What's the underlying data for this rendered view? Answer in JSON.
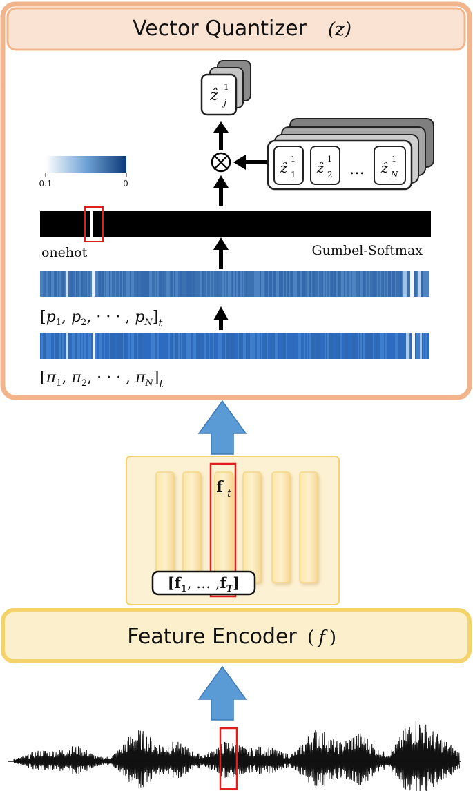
{
  "vq": {
    "title": "Vector Quantizer",
    "title_symbol": "(z)",
    "colorbar": {
      "min_label": "0.1",
      "max_label": "0"
    },
    "output_codeword": {
      "base": "ẑ",
      "sup": "1",
      "sub": "j"
    },
    "operator": "⊗",
    "codebook": [
      {
        "base": "ẑ",
        "sup": "1",
        "sub": "1"
      },
      {
        "base": "ẑ",
        "sup": "1",
        "sub": "2"
      },
      {
        "base": "ẑ",
        "sup": "1",
        "sub": "N"
      }
    ],
    "codebook_ellipsis": "…",
    "onehot_label": "onehot",
    "gumbel_label": "Gumbel-Softmax",
    "p_label": {
      "open": "[",
      "items": [
        "p",
        "p",
        "p"
      ],
      "subs": [
        "1",
        "2",
        "N"
      ],
      "dots": "· · ·",
      "close": "]",
      "outer_sub": "t"
    },
    "pi_label": {
      "open": "[",
      "items": [
        "π",
        "π",
        "π"
      ],
      "subs": [
        "1",
        "2",
        "N"
      ],
      "dots": "· · ·",
      "close": "]",
      "outer_sub": "t"
    }
  },
  "features": {
    "ft_base": "f",
    "ft_sub": "t",
    "seq_label": {
      "open": "[",
      "first_base": "f",
      "first_sub": "1",
      "dots": ", … ,",
      "last_base": "f",
      "last_sub": "T",
      "close": "]"
    }
  },
  "encoder": {
    "title": "Feature Encoder",
    "symbol_open": "(",
    "symbol": "f",
    "symbol_close": ")"
  },
  "colors": {
    "vq_border": "#f2b48a",
    "vq_header_fill": "#fbe3d4",
    "encoder_border": "#f5d36b",
    "encoder_fill": "#fcefcc",
    "feature_panel_fill": "#fdf1d3",
    "feature_bar_fill": "#fce8b8",
    "highlight_red": "#e0201c",
    "arrow_blue": "#5b9bd5",
    "arrow_blue_edge": "#3d7ab8",
    "heat_dark": "#1f4e8c",
    "heat_mid": "#3d7ec4"
  }
}
